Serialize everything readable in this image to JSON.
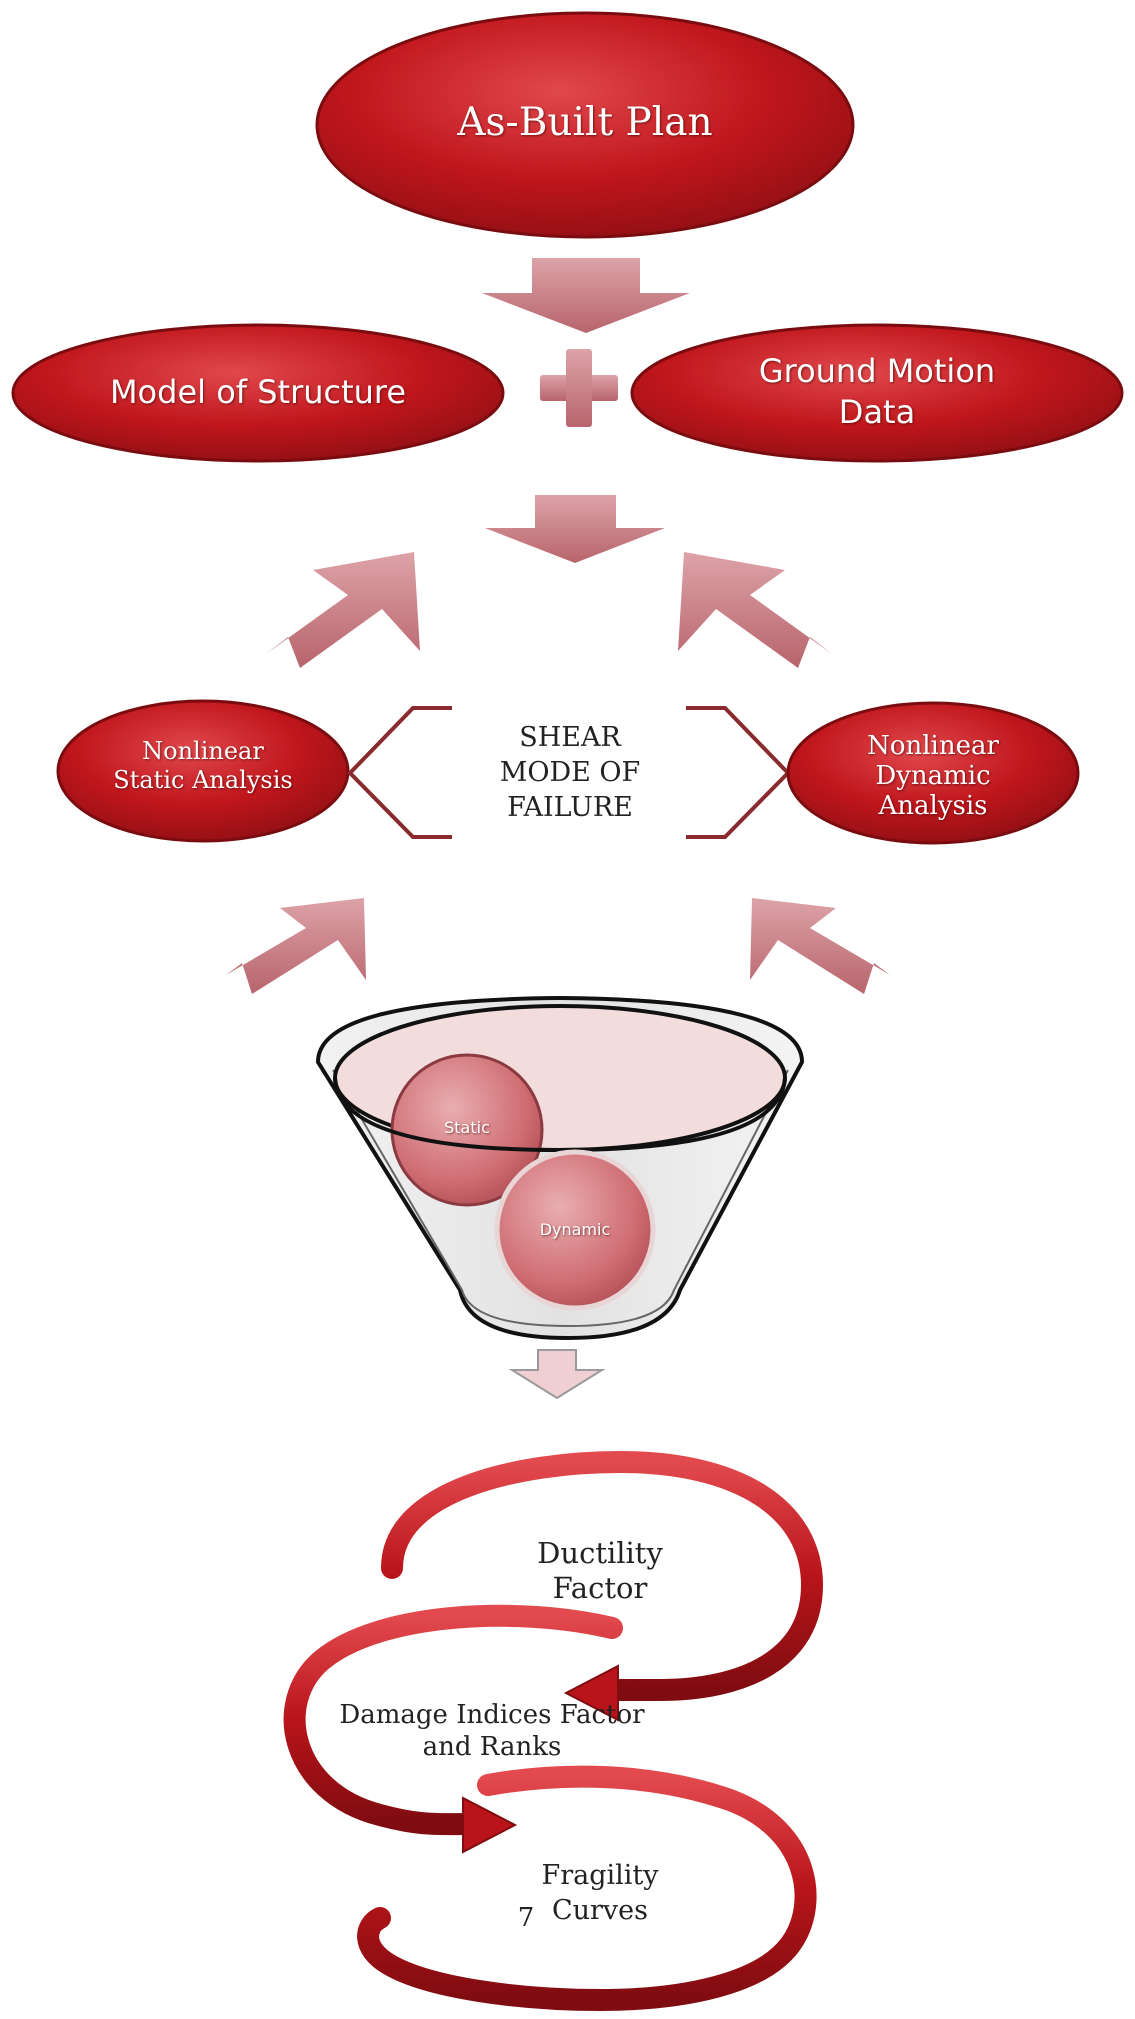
{
  "nodes": {
    "as_built_plan": "As-Built Plan",
    "model_of_structure": "Model of Structure",
    "ground_motion_line1": "Ground Motion",
    "ground_motion_line2": "Data",
    "nonlinear_static_line1": "Nonlinear",
    "nonlinear_static_line2": "Static Analysis",
    "shear_line1": "SHEAR",
    "shear_line2": "MODE OF",
    "shear_line3": "FAILURE",
    "nonlinear_dynamic_line1": "Nonlinear",
    "nonlinear_dynamic_line2": "Dynamic",
    "nonlinear_dynamic_line3": "Analysis"
  },
  "funnel": {
    "static": "Static",
    "dynamic": "Dynamic"
  },
  "cycle": {
    "ductility_line1": "Ductility",
    "ductility_line2": "Factor",
    "damage_line1": "Damage Indices Factor",
    "damage_line2": "and Ranks",
    "fragility_line1": "Fragility",
    "fragility_line2": "Curves"
  },
  "page_number": "7",
  "colors": {
    "red_dark": "#8f0f14",
    "red_mid": "#c0161c",
    "red_light": "#e0484c",
    "arrow": "#c97f86",
    "bracket": "#8b2a2e"
  }
}
